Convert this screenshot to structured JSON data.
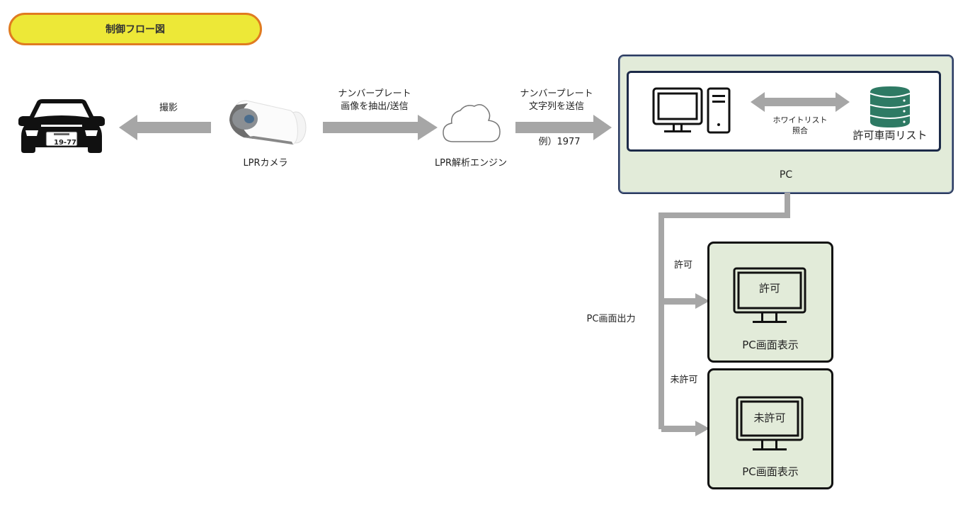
{
  "title": "制御フロー図",
  "colors": {
    "title_fill": "#ede837",
    "title_border": "#e07b20",
    "arrow": "#a6a6a6",
    "pc_fill": "#e2ebd9",
    "pc_border": "#2a3a5e",
    "database": "#2e7a64"
  },
  "nodes": {
    "car": {
      "plate_text": "19-77",
      "icon": "car-icon"
    },
    "camera": {
      "label": "LPRカメラ",
      "icon": "camera-icon"
    },
    "engine": {
      "label": "LPR解析エンジン",
      "icon": "cloud-icon"
    },
    "pc": {
      "label": "PC",
      "computer_icon": "desktop-computer-icon",
      "database_label": "許可車両リスト",
      "database_icon": "database-icon",
      "match_label_line1": "ホワイトリスト",
      "match_label_line2": "照合"
    },
    "output_allowed": {
      "screen_text": "許可",
      "label": "PC画面表示",
      "icon": "monitor-icon"
    },
    "output_denied": {
      "screen_text": "未許可",
      "label": "PC画面表示",
      "icon": "monitor-icon"
    }
  },
  "edges": {
    "capture": {
      "label": "撮影"
    },
    "send_image": {
      "label_line1": "ナンバープレート",
      "label_line2": "画像を抽出/送信"
    },
    "send_text": {
      "label_line1": "ナンバープレート",
      "label_line2": "文字列を送信",
      "example": "例）1977"
    },
    "screen_output": {
      "label": "PC画面出力"
    },
    "allowed_branch": {
      "label": "許可"
    },
    "denied_branch": {
      "label": "未許可"
    }
  }
}
